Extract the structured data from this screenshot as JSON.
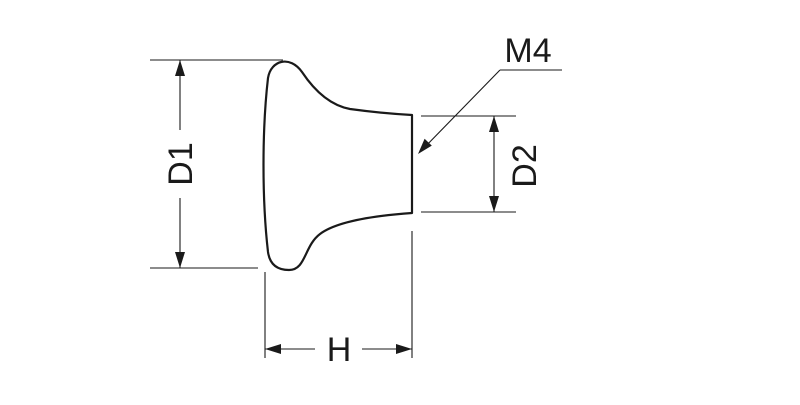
{
  "labels": {
    "d1": "D1",
    "d2": "D2",
    "h": "H",
    "thread": "M4"
  },
  "colors": {
    "line": "#1a1a1a",
    "background": "#ffffff"
  }
}
